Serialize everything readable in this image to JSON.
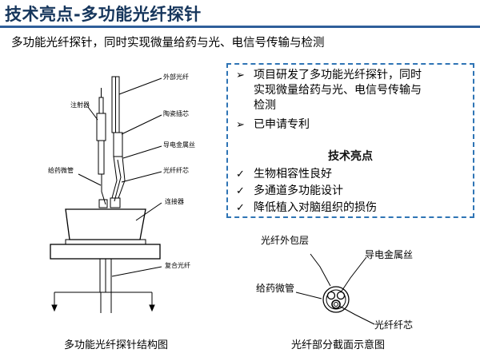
{
  "header": {
    "title": "技术亮点-多功能光纤探针",
    "subtitle": "多功能光纤探针，同时实现微量给药与光、电信号传输与检测"
  },
  "infobox": {
    "bullets": [
      {
        "symbol": "➢",
        "lines": [
          "项目研发了多功能光纤探针，同时",
          "实现微量给药与光、电信号传输与",
          "检测"
        ]
      },
      {
        "symbol": "➢",
        "lines": [
          "已申请专利"
        ]
      }
    ],
    "heading": "技术亮点",
    "checks": [
      "生物相容性良好",
      "多通道多功能设计",
      "降低植入对脑组织的损伤"
    ],
    "check_symbol": "✓"
  },
  "structure_diagram": {
    "labels": {
      "syringe": "注射器",
      "outer_fiber": "外部光纤",
      "ceramic_ferrule": "陶瓷插芯",
      "conductive_wire": "导电金属丝",
      "fiber_core": "光纤纤芯",
      "drug_tube": "给药微管",
      "connector": "连接器",
      "composite_fiber": "复合光纤"
    },
    "caption": "多功能光纤探针结构图"
  },
  "cross_section": {
    "labels": {
      "cladding": "光纤外包层",
      "wire": "导电金属丝",
      "tube": "给药微管",
      "core": "光纤纤芯"
    },
    "caption": "光纤部分截面示意图"
  },
  "colors": {
    "title": "#16365c",
    "rule": "#2f5f9a",
    "box_border": "#2e74b5"
  }
}
